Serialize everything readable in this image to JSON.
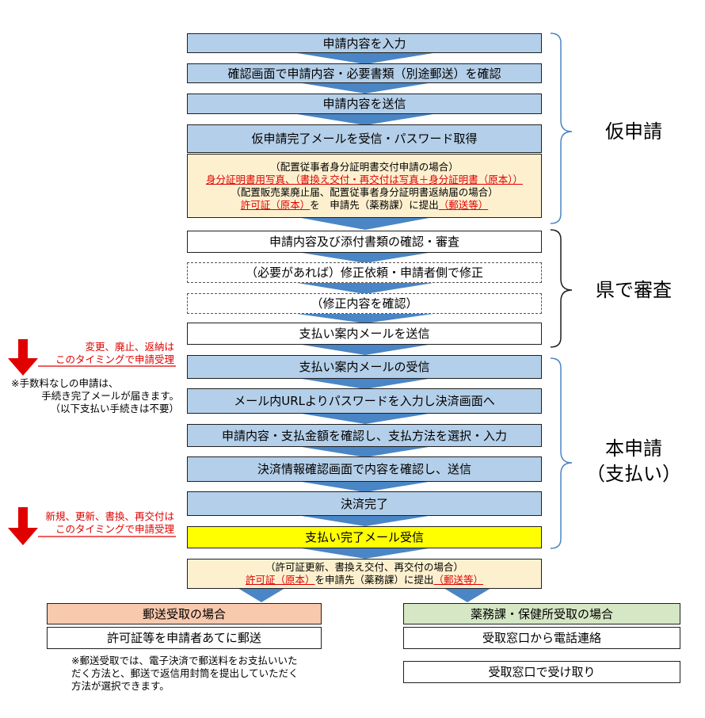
{
  "flow": {
    "step1": "申請内容を入力",
    "step2": "確認画面で申請内容・必要書類（別途郵送）を確認",
    "step3": "申請内容を送信",
    "step4": "仮申請完了メールを受信・パスワード取得",
    "cream1": {
      "line1": "（配置従事者身分証明書交付申請の場合）",
      "line2": "身分証明書用写真、（書換え交付・再交付は写真＋身分証明書（原本））",
      "line3": "（配置販売業廃止届、配置従事者身分証明書返納届の場合）",
      "line4_red": "許可証（原本）",
      "line4_mid": "を　申請先（薬務課）に提出",
      "line4_tail": "（郵送等）"
    },
    "step5": "申請内容及び添付書類の確認・審査",
    "step6": "（必要があれば）修正依頼・申請者側で修正",
    "step7": "（修正内容を確認）",
    "step8": "支払い案内メールを送信",
    "step9": "支払い案内メールの受信",
    "step10": "メール内URLよりパスワードを入力し決済画面へ",
    "step11": "申請内容・支払金額を確認し、支払方法を選択・入力",
    "step12": "決済情報確認画面で内容を確認し、送信",
    "step13": "決済完了",
    "step14": "支払い完了メール受信",
    "cream2": {
      "line1": "（許可証更新、書換え交付、再交付の場合）",
      "line2_red": "許可証（原本）",
      "line2_mid": "を申請先（薬務課）に提出",
      "line2_tail": "（郵送等）"
    }
  },
  "phases": {
    "provisional": "仮申請",
    "review": "県で審査",
    "main_line1": "本申請",
    "main_line2": "（支払い）"
  },
  "side": {
    "marker1_line1": "変更、廃止、返納は",
    "marker1_line2": "このタイミングで申請受理",
    "note1_line1": "※手数料なしの申請は、",
    "note1_line2": "手続き完了メールが届きます。",
    "note1_line3": "（以下支払い手続きは不要）",
    "marker2_line1": "新規、更新、書換、再交付は",
    "marker2_line2": "このタイミングで申請受理"
  },
  "receipt": {
    "mail_header": "郵送受取の場合",
    "mail_step": "許可証等を申請者あてに郵送",
    "mail_note_line1": "※郵送受取では、電子決済で郵送料をお支払いいた",
    "mail_note_line2": "だく方法と、郵送で返信用封筒を提出していただく",
    "mail_note_line3": "方法が選択できます。",
    "office_header": "薬務課・保健所受取の場合",
    "office_step1": "受取窓口から電話連絡",
    "office_step2": "受取窓口で受け取り"
  },
  "colors": {
    "step_blue": "#b4cfe9",
    "arrow_blue": "#4a86c5",
    "cream": "#fdf0cf",
    "highlight_yellow": "#ffff00",
    "mail_header": "#f8c9ad",
    "office_header": "#d5e7c4",
    "alert_red": "#e00000"
  },
  "icons": [
    "down-arrow-icon",
    "red-down-arrow-icon",
    "brace-icon"
  ]
}
